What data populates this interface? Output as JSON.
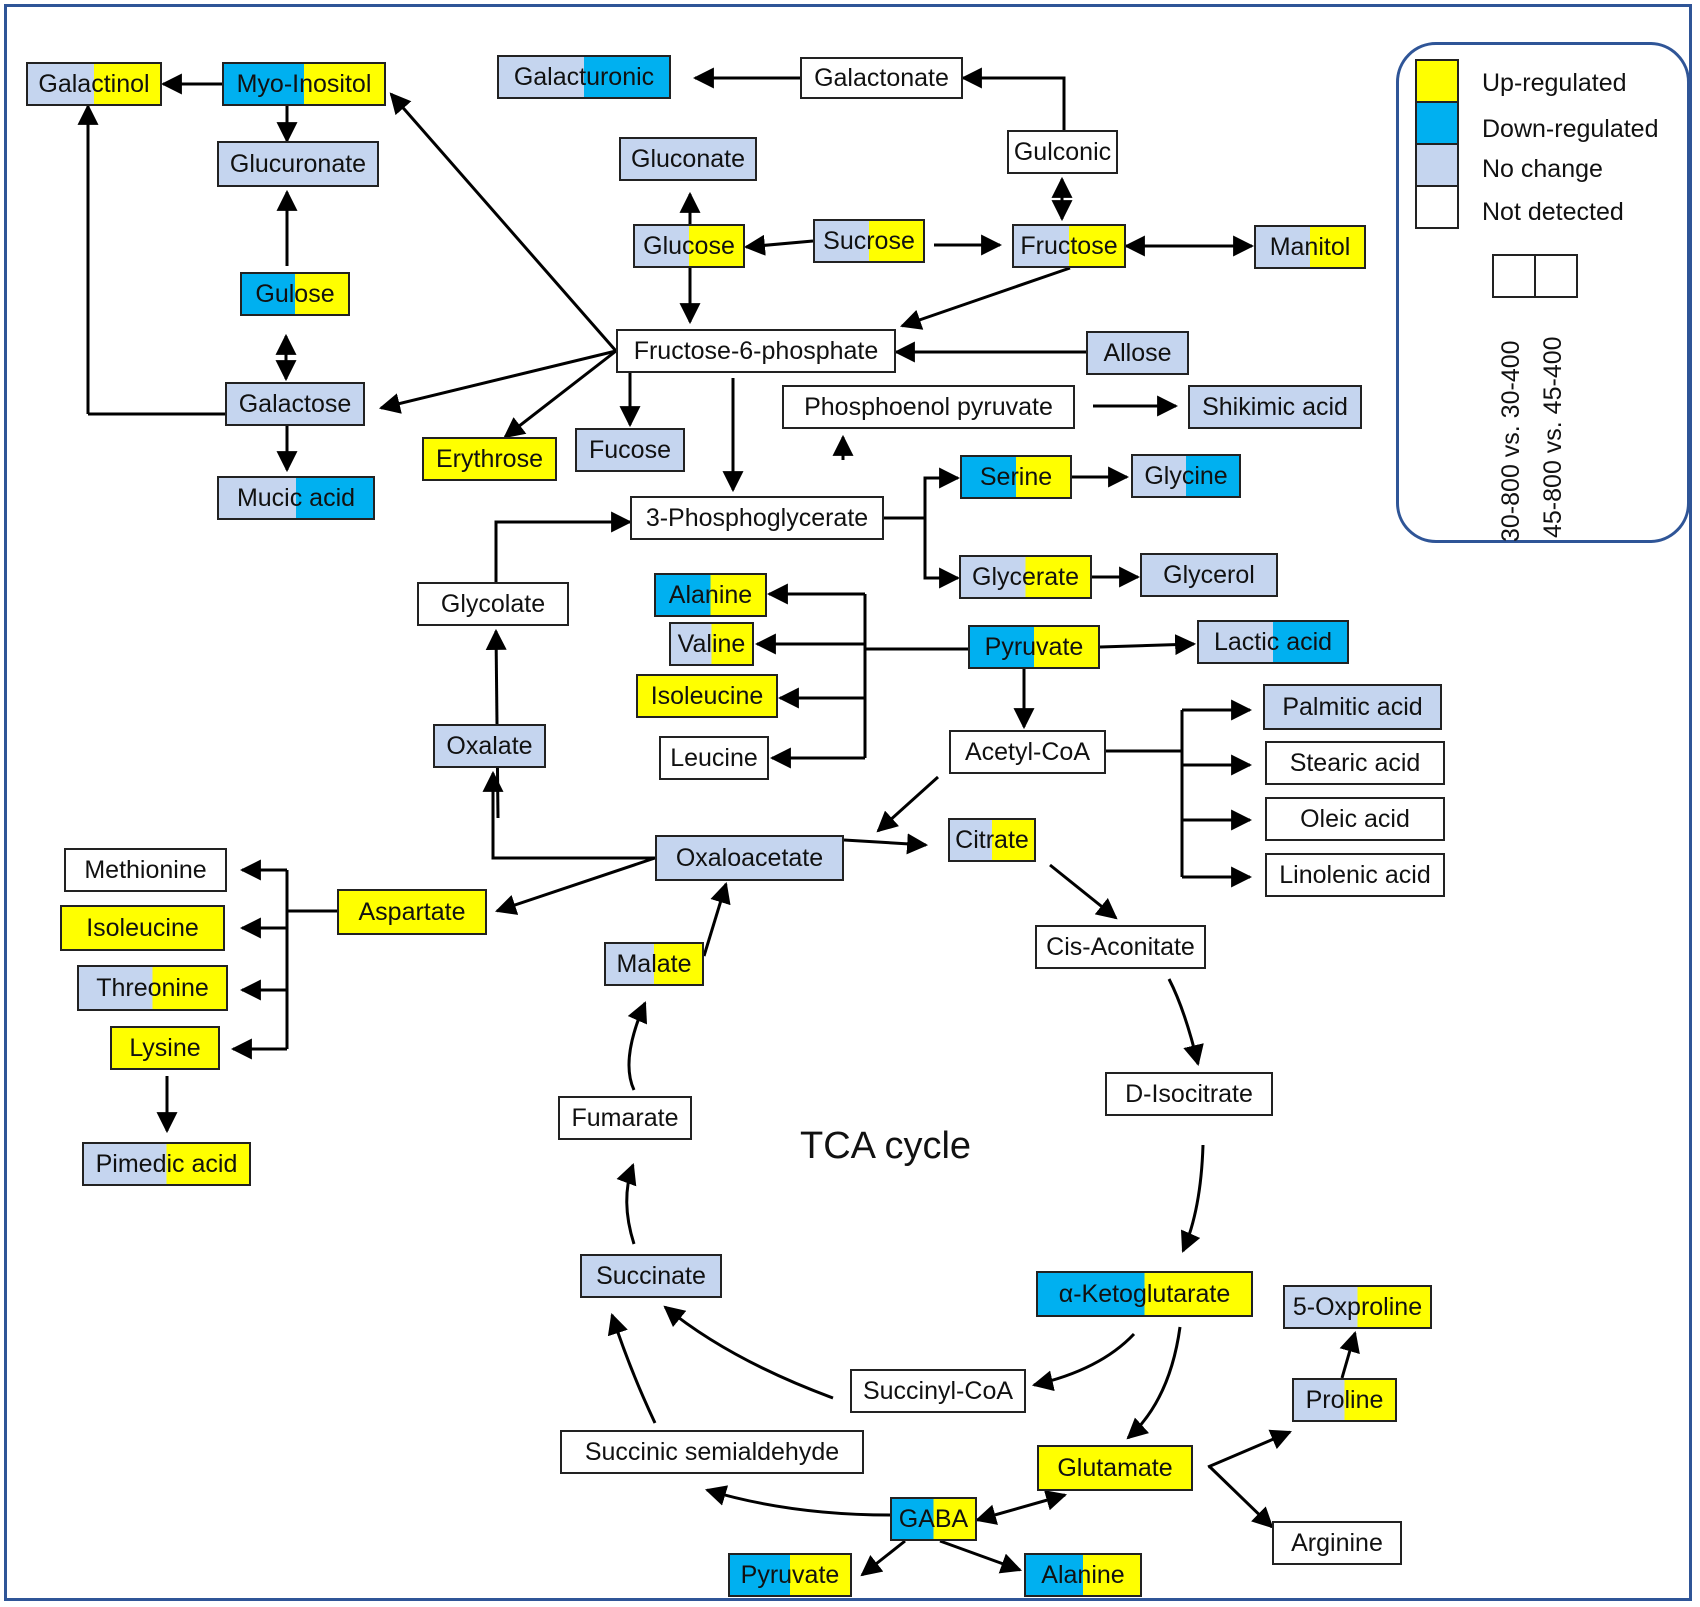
{
  "colors": {
    "up": "#FFFF00",
    "down": "#00B0F0",
    "nochange": "#C5D5EF",
    "notdetected": "#FFFFFF",
    "border": "#2F5597"
  },
  "labels": {
    "tca": "TCA cycle"
  },
  "legend": {
    "up": "Up-regulated",
    "down": "Down-regulated",
    "nochange": "No change",
    "notdetected": "Not detected",
    "comp1": "30-800 vs. 30-400",
    "comp2": "45-800 vs. 45-400"
  },
  "nodes": [
    {
      "id": "galactinol",
      "label": "Galactinol",
      "left": "nochange",
      "right": "up"
    },
    {
      "id": "myoinositol",
      "label": "Myo-Inositol",
      "left": "down",
      "right": "up"
    },
    {
      "id": "glucuronate",
      "label": "Glucuronate",
      "left": "nochange",
      "right": "nochange"
    },
    {
      "id": "gulose",
      "label": "Gulose",
      "left": "down",
      "right": "up"
    },
    {
      "id": "galactose",
      "label": "Galactose",
      "left": "nochange",
      "right": "nochange"
    },
    {
      "id": "mucic",
      "label": "Mucic acid",
      "left": "nochange",
      "right": "down"
    },
    {
      "id": "galacturonic",
      "label": "Galacturonic",
      "left": "nochange",
      "right": "down"
    },
    {
      "id": "galactonate",
      "label": "Galactonate",
      "left": "notdetected",
      "right": "notdetected"
    },
    {
      "id": "gulconic",
      "label": "Gulconic",
      "left": "notdetected",
      "right": "notdetected"
    },
    {
      "id": "gluconate",
      "label": "Gluconate",
      "left": "nochange",
      "right": "nochange"
    },
    {
      "id": "glucose",
      "label": "Glucose",
      "left": "nochange",
      "right": "up"
    },
    {
      "id": "sucrose",
      "label": "Sucrose",
      "left": "nochange",
      "right": "up"
    },
    {
      "id": "fructose",
      "label": "Fructose",
      "left": "nochange",
      "right": "up"
    },
    {
      "id": "manitol",
      "label": "Manitol",
      "left": "nochange",
      "right": "up"
    },
    {
      "id": "f6p",
      "label": "Fructose-6-phosphate",
      "left": "notdetected",
      "right": "notdetected"
    },
    {
      "id": "allose",
      "label": "Allose",
      "left": "nochange",
      "right": "nochange"
    },
    {
      "id": "pep",
      "label": "Phosphoenol pyruvate",
      "left": "notdetected",
      "right": "notdetected"
    },
    {
      "id": "shikimic",
      "label": "Shikimic acid",
      "left": "nochange",
      "right": "nochange"
    },
    {
      "id": "erythrose",
      "label": "Erythrose",
      "left": "up",
      "right": "up"
    },
    {
      "id": "fucose",
      "label": "Fucose",
      "left": "nochange",
      "right": "nochange"
    },
    {
      "id": "pga",
      "label": "3-Phosphoglycerate",
      "left": "notdetected",
      "right": "notdetected"
    },
    {
      "id": "serine",
      "label": "Serine",
      "left": "down",
      "right": "up"
    },
    {
      "id": "glycine",
      "label": "Glycine",
      "left": "nochange",
      "right": "down"
    },
    {
      "id": "glycerate",
      "label": "Glycerate",
      "left": "nochange",
      "right": "up"
    },
    {
      "id": "glycerol",
      "label": "Glycerol",
      "left": "nochange",
      "right": "nochange"
    },
    {
      "id": "glycolate",
      "label": "Glycolate",
      "left": "notdetected",
      "right": "notdetected"
    },
    {
      "id": "alanine1",
      "label": "Alanine",
      "left": "down",
      "right": "up"
    },
    {
      "id": "valine",
      "label": "Valine",
      "left": "nochange",
      "right": "up"
    },
    {
      "id": "isoleucine1",
      "label": "Isoleucine",
      "left": "up",
      "right": "up"
    },
    {
      "id": "leucine",
      "label": "Leucine",
      "left": "notdetected",
      "right": "notdetected"
    },
    {
      "id": "pyruvate1",
      "label": "Pyruvate",
      "left": "down",
      "right": "up"
    },
    {
      "id": "lactic",
      "label": "Lactic acid",
      "left": "nochange",
      "right": "down"
    },
    {
      "id": "acetylcoa",
      "label": "Acetyl-CoA",
      "left": "notdetected",
      "right": "notdetected"
    },
    {
      "id": "palmitic",
      "label": "Palmitic acid",
      "left": "nochange",
      "right": "nochange"
    },
    {
      "id": "stearic",
      "label": "Stearic acid",
      "left": "notdetected",
      "right": "notdetected"
    },
    {
      "id": "oleic",
      "label": "Oleic acid",
      "left": "notdetected",
      "right": "notdetected"
    },
    {
      "id": "linolenic",
      "label": "Linolenic acid",
      "left": "notdetected",
      "right": "notdetected"
    },
    {
      "id": "oxalate",
      "label": "Oxalate",
      "left": "nochange",
      "right": "nochange"
    },
    {
      "id": "oxaloacetate",
      "label": "Oxaloacetate",
      "left": "nochange",
      "right": "nochange"
    },
    {
      "id": "citrate",
      "label": "Citrate",
      "left": "nochange",
      "right": "up"
    },
    {
      "id": "methionine",
      "label": "Methionine",
      "left": "notdetected",
      "right": "notdetected"
    },
    {
      "id": "isoleucine2",
      "label": "Isoleucine",
      "left": "up",
      "right": "up"
    },
    {
      "id": "threonine",
      "label": "Threonine",
      "left": "nochange",
      "right": "up"
    },
    {
      "id": "lysine",
      "label": "Lysine",
      "left": "up",
      "right": "up"
    },
    {
      "id": "aspartate",
      "label": "Aspartate",
      "left": "up",
      "right": "up"
    },
    {
      "id": "pimedic",
      "label": "Pimedic acid",
      "left": "nochange",
      "right": "up"
    },
    {
      "id": "malate",
      "label": "Malate",
      "left": "nochange",
      "right": "up"
    },
    {
      "id": "cisaconitate",
      "label": "Cis-Aconitate",
      "left": "notdetected",
      "right": "notdetected"
    },
    {
      "id": "fumarate",
      "label": "Fumarate",
      "left": "notdetected",
      "right": "notdetected"
    },
    {
      "id": "isocitrate",
      "label": "D-Isocitrate",
      "left": "notdetected",
      "right": "notdetected"
    },
    {
      "id": "succinate",
      "label": "Succinate",
      "left": "nochange",
      "right": "nochange"
    },
    {
      "id": "akg",
      "label": "α-Ketoglutarate",
      "left": "down",
      "right": "up"
    },
    {
      "id": "oxproline",
      "label": "5-Oxproline",
      "left": "nochange",
      "right": "up"
    },
    {
      "id": "succinylcoa",
      "label": "Succinyl-CoA",
      "left": "notdetected",
      "right": "notdetected"
    },
    {
      "id": "proline",
      "label": "Proline",
      "left": "nochange",
      "right": "up"
    },
    {
      "id": "ssa",
      "label": "Succinic semialdehyde",
      "left": "notdetected",
      "right": "notdetected"
    },
    {
      "id": "glutamate",
      "label": "Glutamate",
      "left": "up",
      "right": "up"
    },
    {
      "id": "gaba",
      "label": "GABA",
      "left": "down",
      "right": "up"
    },
    {
      "id": "arginine",
      "label": "Arginine",
      "left": "notdetected",
      "right": "notdetected"
    },
    {
      "id": "pyruvate2",
      "label": "Pyruvate",
      "left": "down",
      "right": "up"
    },
    {
      "id": "alanine2",
      "label": "Alanine",
      "left": "down",
      "right": "up"
    }
  ]
}
